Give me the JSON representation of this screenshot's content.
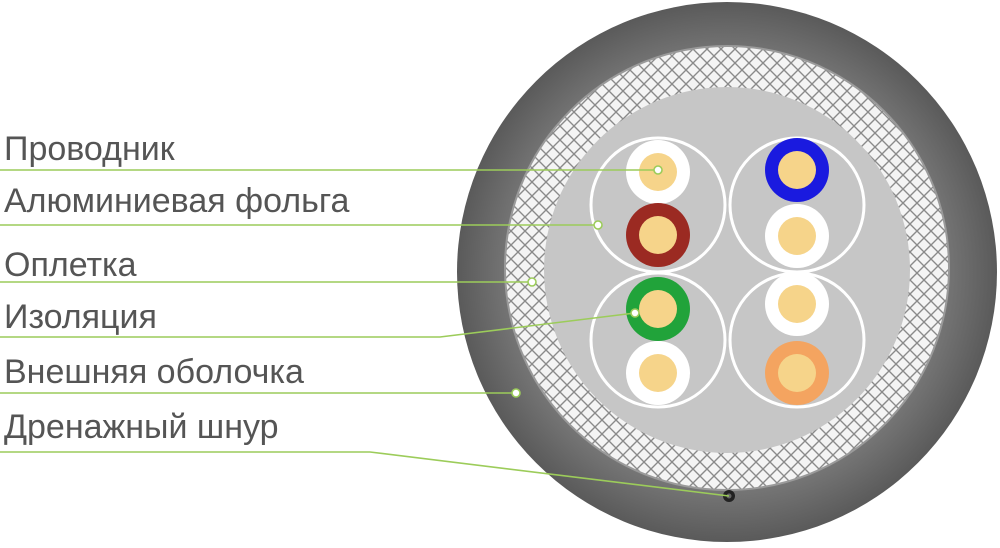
{
  "labels": [
    {
      "key": "conductor",
      "text": "Проводник"
    },
    {
      "key": "foil",
      "text": "Алюминиевая фольга"
    },
    {
      "key": "braid",
      "text": "Оплетка"
    },
    {
      "key": "insulation",
      "text": "Изоляция"
    },
    {
      "key": "jacket",
      "text": "Внешняя оболочка"
    },
    {
      "key": "drain",
      "text": "Дренажный шнур"
    }
  ],
  "colors": {
    "jacket_outer": "#5c5c5c",
    "jacket_inner": "#7a7a7a",
    "braid_bg": "#f4f4f4",
    "braid_line": "#8a8a8a",
    "core_bg": "#c6c6c6",
    "pair_ring": "#ffffff",
    "conductor": "#f6d48a",
    "leader_line": "#9ccc5a",
    "drain": "#222222"
  },
  "wires": [
    {
      "pair": "top-left",
      "insulation": "white",
      "color": "#ffffff"
    },
    {
      "pair": "top-left",
      "insulation": "brown",
      "color": "#9b2a22"
    },
    {
      "pair": "top-right",
      "insulation": "blue",
      "color": "#1a1adf"
    },
    {
      "pair": "top-right",
      "insulation": "white",
      "color": "#ffffff"
    },
    {
      "pair": "bottom-left",
      "insulation": "green",
      "color": "#21a33a"
    },
    {
      "pair": "bottom-left",
      "insulation": "white",
      "color": "#ffffff"
    },
    {
      "pair": "bottom-right",
      "insulation": "white",
      "color": "#ffffff"
    },
    {
      "pair": "bottom-right",
      "insulation": "orange",
      "color": "#f4a460"
    }
  ]
}
